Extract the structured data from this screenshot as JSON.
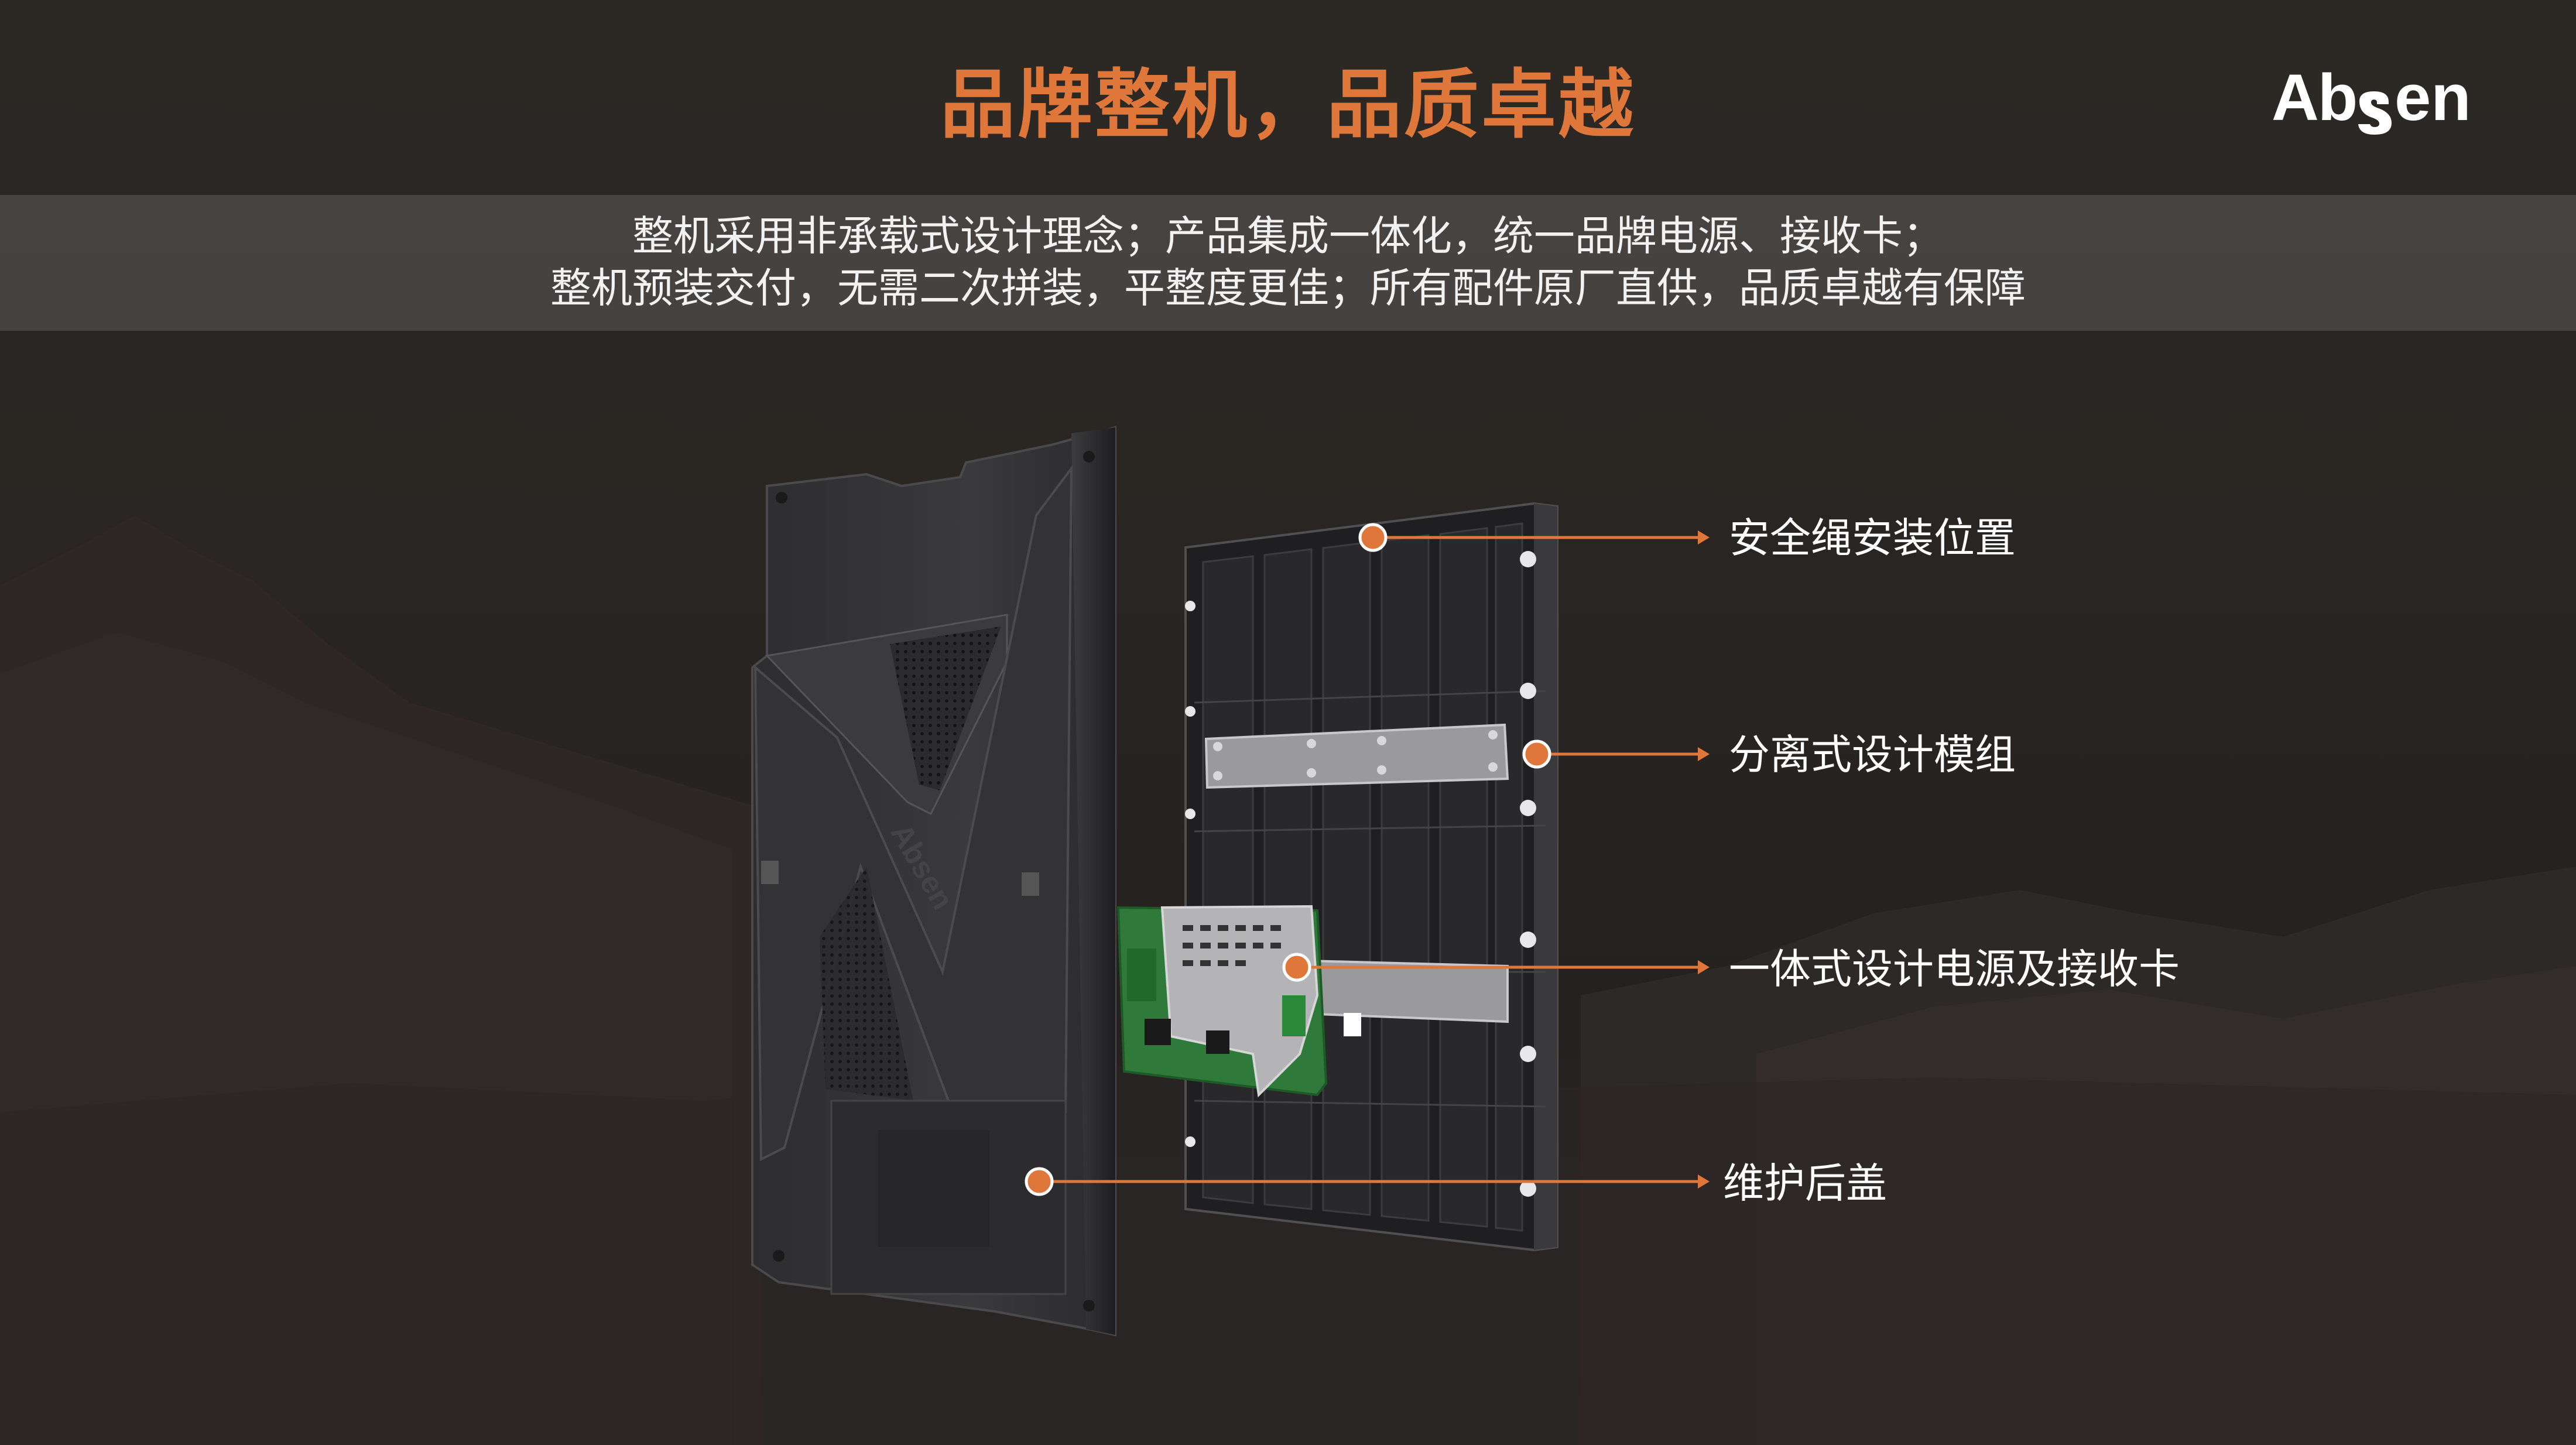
{
  "header": {
    "title": "品牌整机，品质卓越",
    "logo_text": "Absen"
  },
  "description": {
    "line1": "整机采用非承载式设计理念；产品集成一体化，统一品牌电源、接收卡；",
    "line2": "整机预装交付，无需二次拼装，平整度更佳；所有配件原厂直供，品质卓越有保障"
  },
  "callouts": [
    {
      "label": "安全绳安装位置"
    },
    {
      "label": "分离式设计模组"
    },
    {
      "label": "一体式设计电源及接收卡"
    },
    {
      "label": "维护后盖"
    }
  ],
  "colors": {
    "accent": "#e0773a",
    "background": "#272320",
    "band": "#5b5857",
    "text": "#ffffff"
  }
}
